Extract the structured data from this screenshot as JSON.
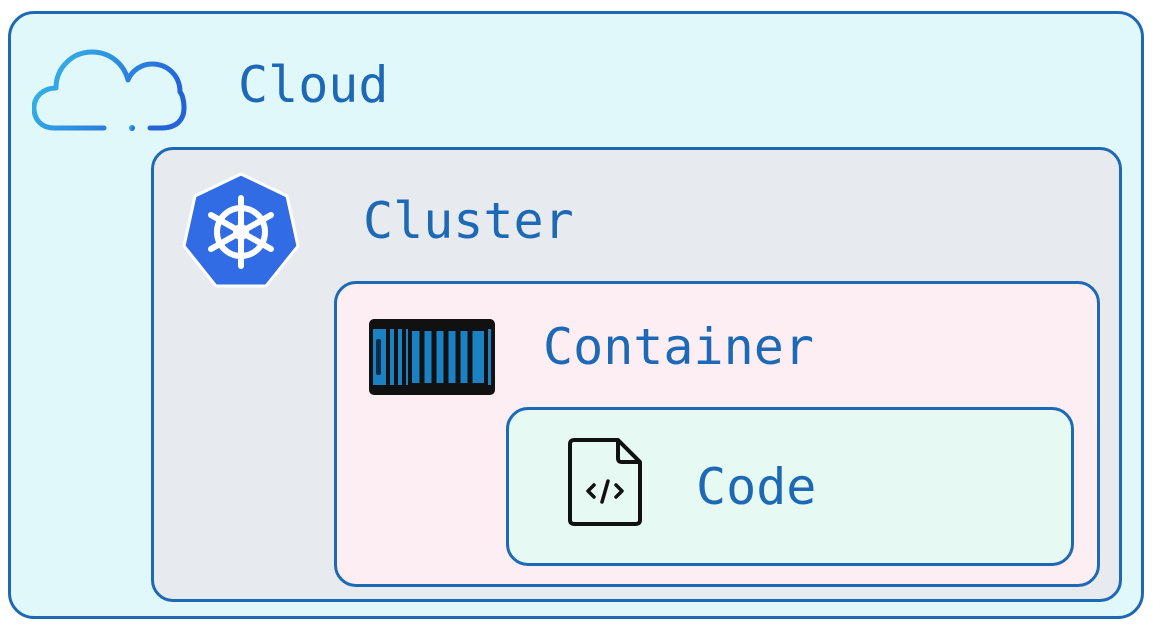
{
  "colors": {
    "border": "#1e69b5",
    "text": "#1e69b5",
    "cloud_fill": "#e1f8fb",
    "cluster_fill": "#e7ebf0",
    "container_fill": "#fdeef4",
    "code_fill": "#e6f9f3",
    "kubernetes_blue": "#326ce5",
    "container_body": "#1a82c4",
    "icon_dark": "#111111",
    "cloud_gradient_start": "#37bde8",
    "cloud_gradient_end": "#2464d8"
  },
  "layers": {
    "cloud": {
      "label": "Cloud",
      "icon": "cloud-icon"
    },
    "cluster": {
      "label": "Cluster",
      "icon": "kubernetes-icon"
    },
    "container": {
      "label": "Container",
      "icon": "shipping-container-icon"
    },
    "code": {
      "label": "Code",
      "icon": "code-file-icon"
    }
  }
}
